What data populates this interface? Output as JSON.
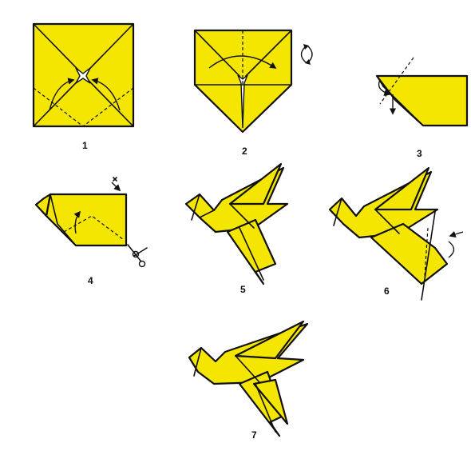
{
  "colors": {
    "paper": "#f4e600",
    "ink": "#111111",
    "background": "#ffffff"
  },
  "steps": [
    {
      "label": "1"
    },
    {
      "label": "2"
    },
    {
      "label": "3"
    },
    {
      "label": "4"
    },
    {
      "label": "5"
    },
    {
      "label": "6"
    },
    {
      "label": "7"
    }
  ],
  "icons": [
    "turn-over-icon",
    "scissors-icon",
    "cut-mark-icon"
  ]
}
